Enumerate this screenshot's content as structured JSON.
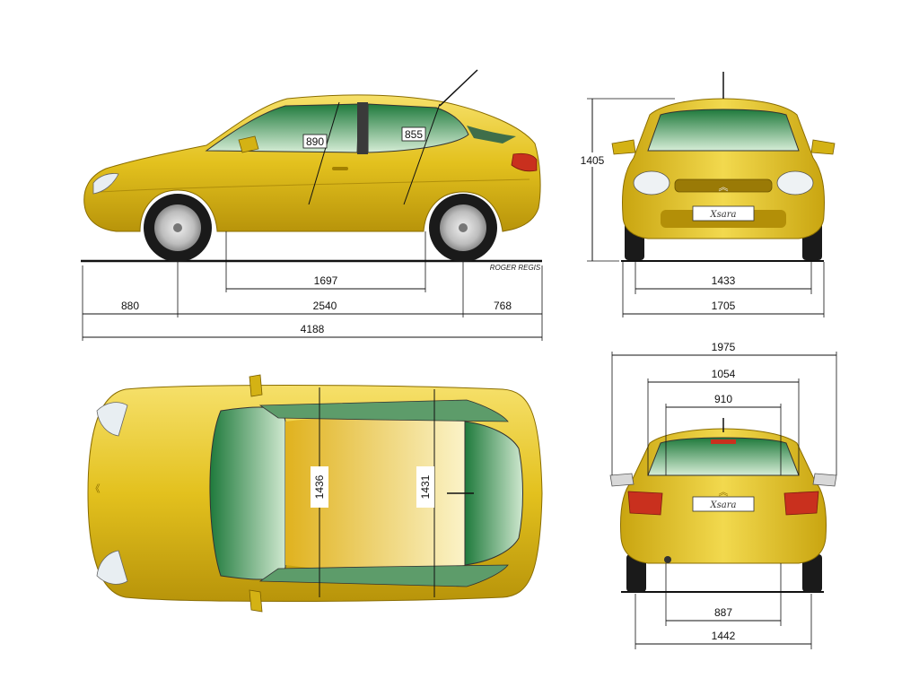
{
  "credit": "ROGER REGIS",
  "badge_text": "Xsara",
  "colors": {
    "body": "#E3C11E",
    "body_dark": "#B8940A",
    "body_light": "#F3DC55",
    "glass": "#2E8A4A",
    "glass_light": "#CFE8CF",
    "tyre": "#1A1A1A",
    "wheel": "#C8C8C8"
  },
  "side_view": {
    "window_front": "890",
    "window_rear": "855",
    "inner_length": "1697",
    "front_overhang": "880",
    "wheelbase": "2540",
    "rear_overhang": "768",
    "overall_length": "4188"
  },
  "front_view": {
    "height": "1405",
    "front_track": "1433",
    "overall_width": "1705"
  },
  "top_view": {
    "front_interior_width": "1436",
    "rear_interior_width": "1431"
  },
  "rear_view": {
    "width_with_mirrors": "1975",
    "upper_width": "1054",
    "rear_window_width": "910",
    "lower_width": "887",
    "rear_track": "1442"
  }
}
